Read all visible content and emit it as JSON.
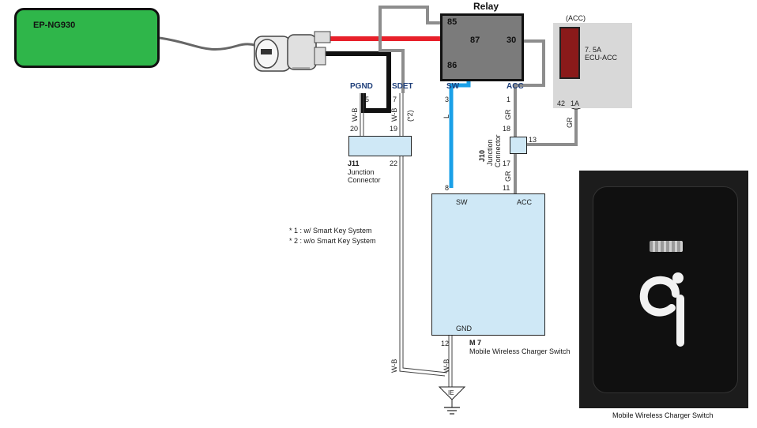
{
  "module": {
    "label": "EP-NG930"
  },
  "relay": {
    "title": "Relay",
    "pins": [
      "85",
      "87",
      "30",
      "86"
    ]
  },
  "fuse": {
    "acc": "(ACC)",
    "rating": "7. 5A",
    "name": "ECU-ACC",
    "pin": "42",
    "connector": "1A"
  },
  "signals": {
    "pgnd": "PGND",
    "sdet": "SDET",
    "sw": "SW",
    "acc": "ACC"
  },
  "pins": {
    "p5": "5",
    "p7": "7",
    "p3": "3",
    "p1": "1",
    "p20": "20",
    "p19": "19",
    "p22": "22",
    "p18": "18",
    "p13": "13",
    "p17": "17",
    "p11": "11",
    "p8": "8",
    "p12": "12"
  },
  "wires": {
    "wb": "W-B",
    "star2": "(*2)",
    "l": "L",
    "gr": "GR"
  },
  "j11": {
    "id": "J11",
    "name1": "Junction",
    "name2": "Connector"
  },
  "j10": {
    "id": "J10",
    "name1": "Junction",
    "name2": "Connector"
  },
  "notes": [
    "* 1 : w/ Smart Key System",
    "* 2 : w/o Smart Key System"
  ],
  "m7": {
    "id": "M 7",
    "name": "Mobile Wireless Charger Switch",
    "sw": "SW",
    "acc": "ACC",
    "gnd": "GND"
  },
  "ground": {
    "label": "IE"
  },
  "photo": {
    "caption": "Mobile Wireless Charger Switch"
  }
}
